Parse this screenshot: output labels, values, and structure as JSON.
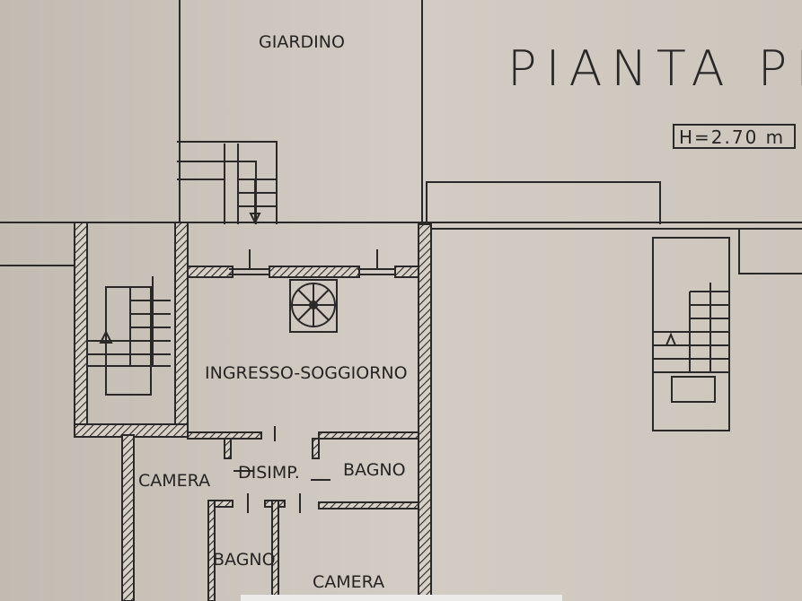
{
  "plan": {
    "title": "PIANTA PI",
    "height_label": "H=2.70 m",
    "rooms": {
      "garden": "GIARDINO",
      "living": "INGRESSO-SOGGIORNO",
      "bedroom_left": "CAMERA",
      "hallway": "DISIMP.",
      "bathroom_right": "BAGNO",
      "bathroom_lower": "BAGNO",
      "bedroom_lower": "CAMERA"
    }
  }
}
